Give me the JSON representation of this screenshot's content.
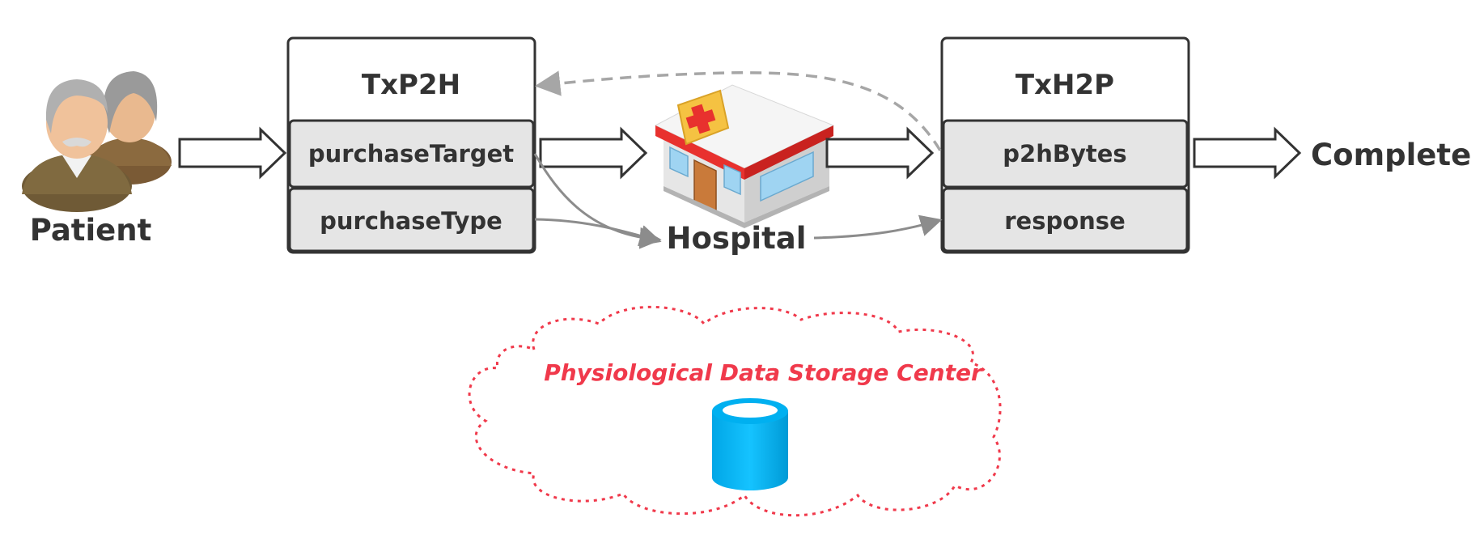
{
  "patient": {
    "label": "Patient",
    "icon": "patient-couple-icon"
  },
  "tx_p2h": {
    "title": "TxP2H",
    "fields": [
      {
        "label": "purchaseTarget"
      },
      {
        "label": "purchaseType"
      }
    ]
  },
  "hospital": {
    "label": "Hospital",
    "icon": "hospital-building-icon"
  },
  "tx_h2p": {
    "title": "TxH2P",
    "fields": [
      {
        "label": "p2hBytes"
      },
      {
        "label": "response"
      }
    ]
  },
  "complete": {
    "label": "Complete"
  },
  "storage": {
    "label": "Physiological Data Storage Center",
    "icon": "database-cylinder-icon"
  },
  "colors": {
    "box_border": "#333333",
    "field_fill": "#e5e5e5",
    "connector": "#8c8c8c",
    "dashed_connector": "#a6a6a6",
    "cloud_border": "#f0394b",
    "database": "#00b0f0",
    "hospital_roof": "#e8312e",
    "cross": "#e8312e",
    "sign": "#f5c242"
  }
}
